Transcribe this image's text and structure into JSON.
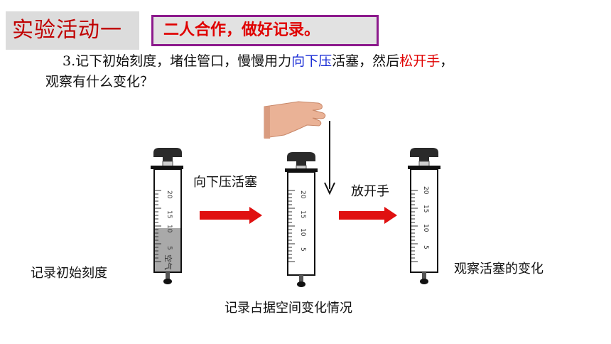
{
  "header": {
    "title": "实验活动一",
    "tag": "二人合作，做好记录。"
  },
  "instruction": {
    "num": "3.",
    "part1": "记下初始刻度，堵住管口，慢慢用力",
    "push": "向下压",
    "part2": "活塞，然后",
    "release": "松开手",
    "part3": "，",
    "line2": "观察有什么变化？"
  },
  "labels": {
    "push_down": "向下压活塞",
    "release": "放开手",
    "record_initial": "记录初始刻度",
    "record_change": "记录占据空间变化情况",
    "observe": "观察活塞的变化"
  },
  "syringe": {
    "scale": [
      "20",
      "15",
      "10",
      "5"
    ],
    "air": "空气"
  },
  "colors": {
    "title": "#c00000",
    "tag_border": "#8c1a8c",
    "blue_text": "#1c2fd6",
    "red_text": "#e00000",
    "arrow": "#e01010"
  },
  "icons": [
    "hand-icon",
    "down-arrow-icon",
    "right-arrow-icon",
    "syringe-icon"
  ]
}
